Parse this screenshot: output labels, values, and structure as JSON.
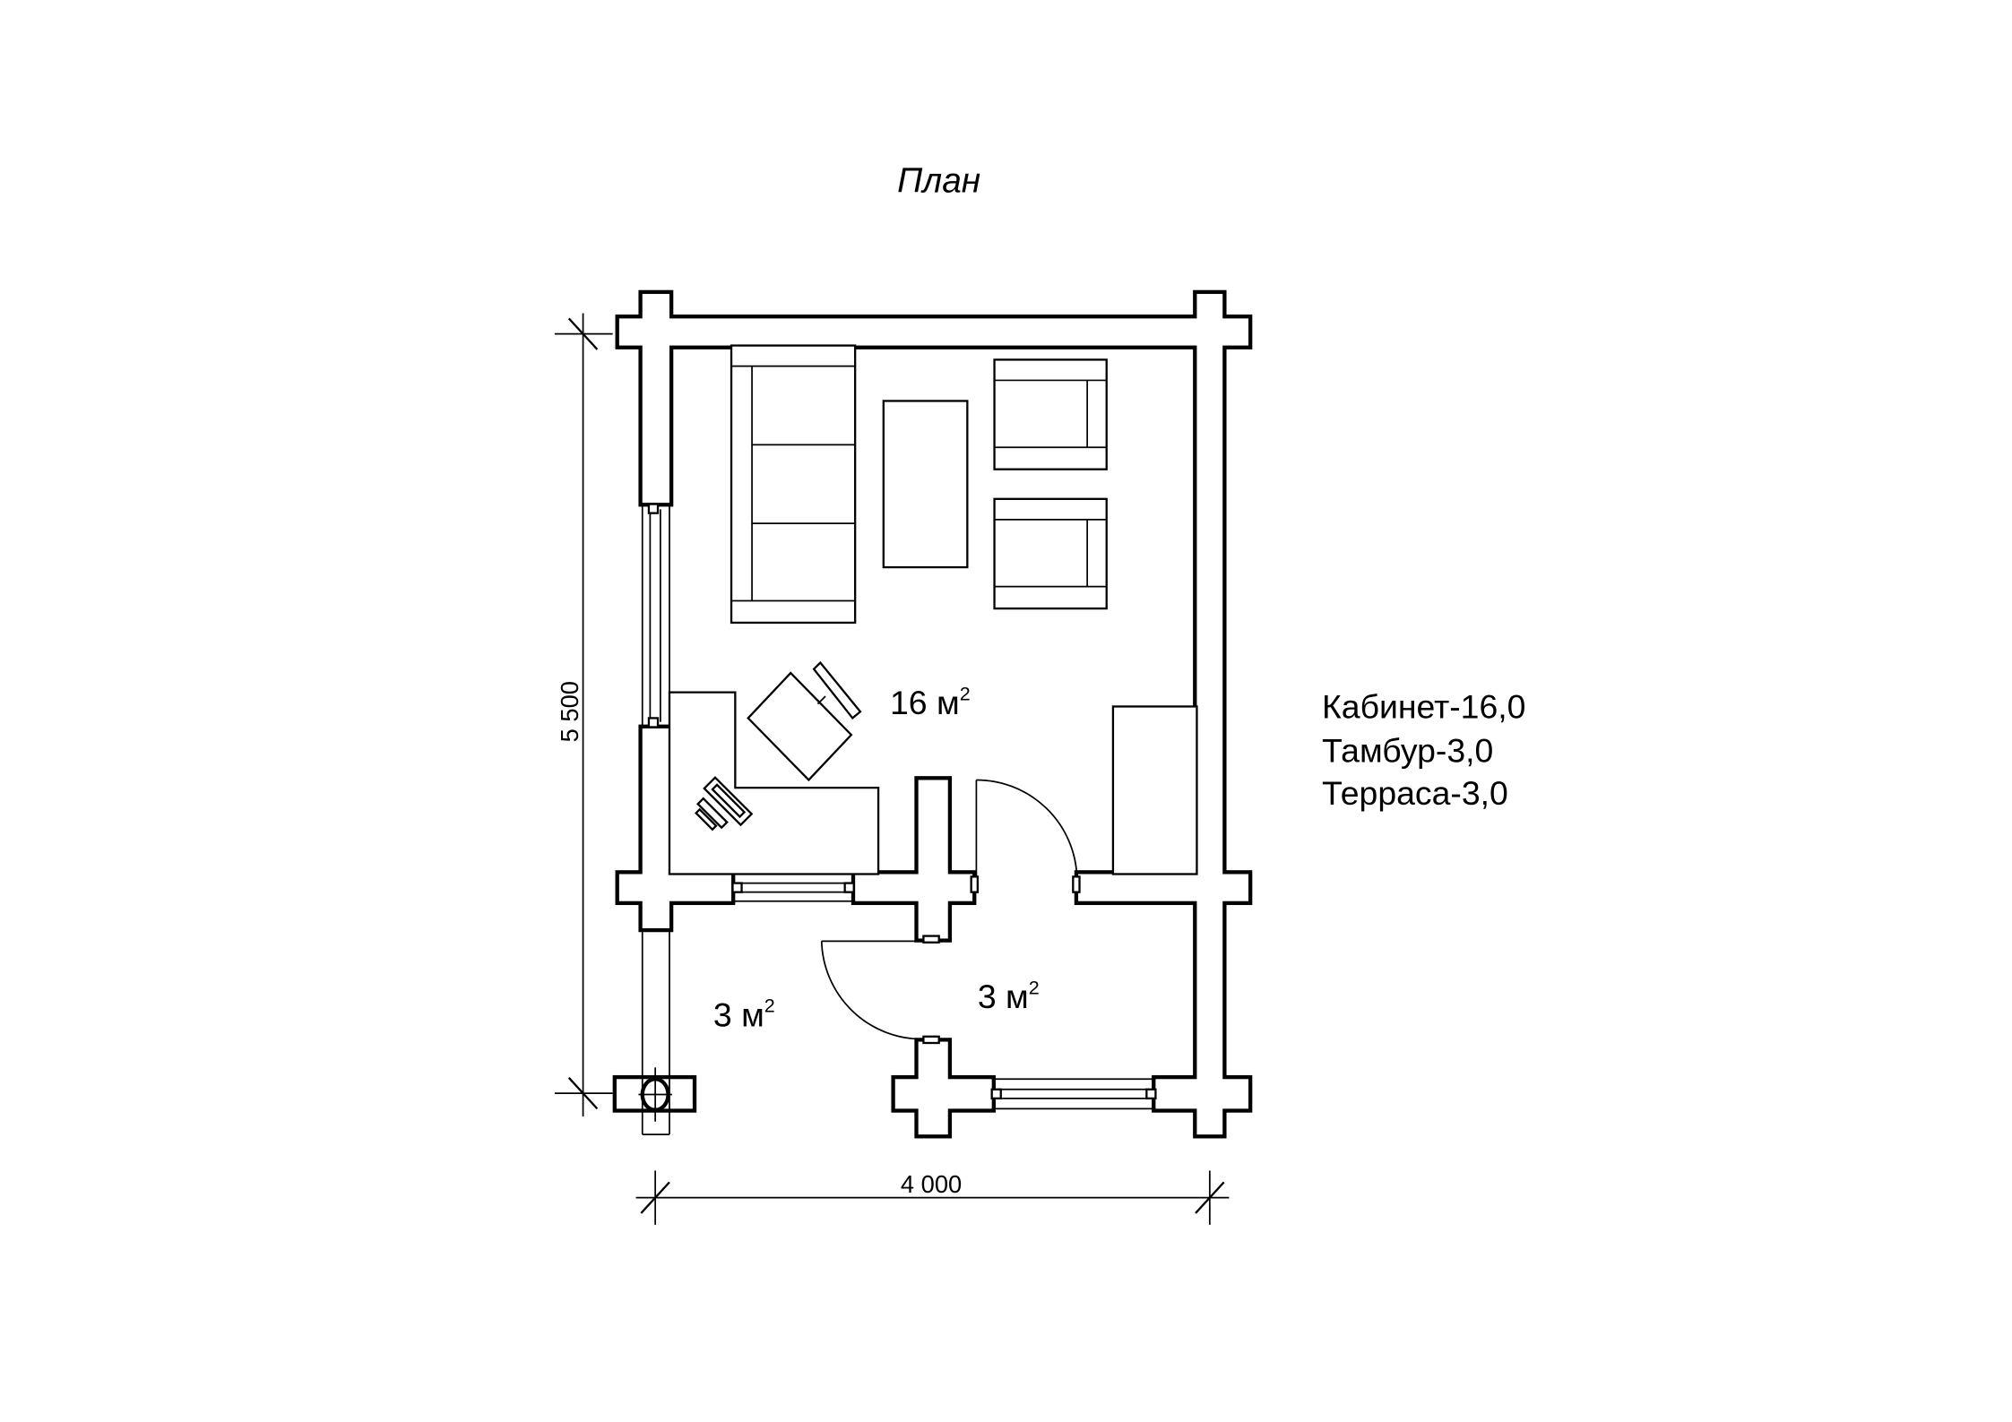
{
  "title": "План",
  "rooms": [
    {
      "area": "16",
      "unit": "м",
      "sup": "2"
    },
    {
      "area": "3",
      "unit": "м",
      "sup": "2"
    },
    {
      "area": "3",
      "unit": "м",
      "sup": "2"
    }
  ],
  "dimensions": {
    "height": "5 500",
    "width": "4 000"
  },
  "legend": [
    "Кабинет-16,0",
    "Тамбур-3,0",
    "Терраса-3,0"
  ]
}
